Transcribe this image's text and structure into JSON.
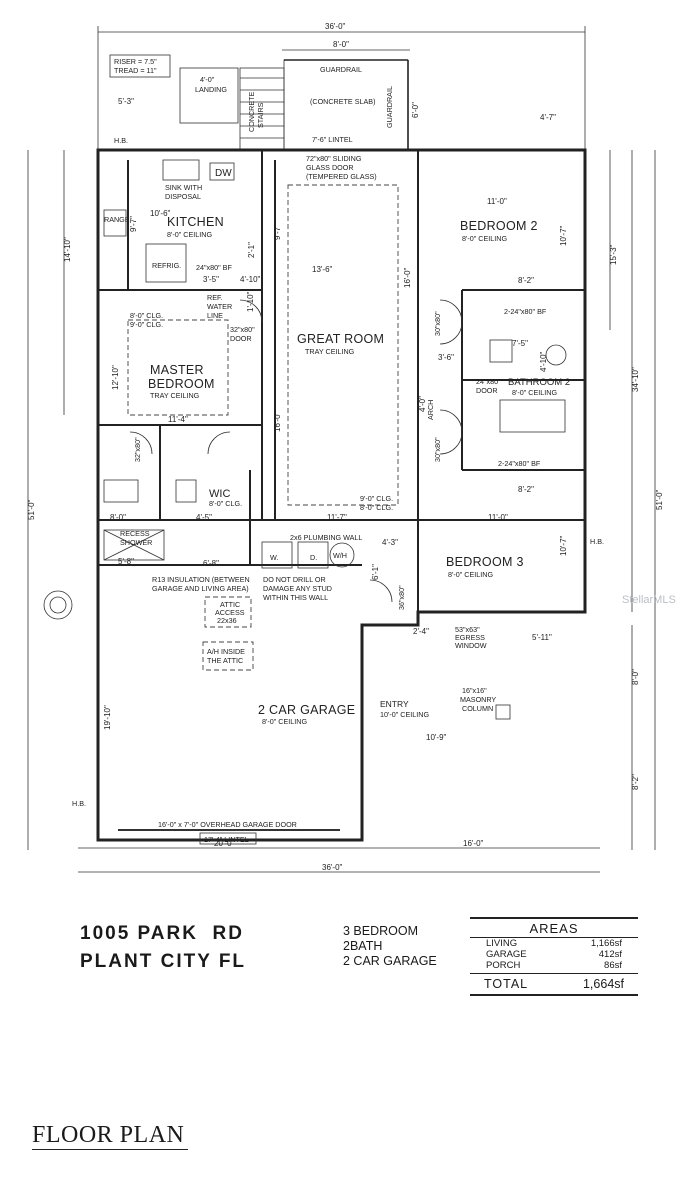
{
  "plan": {
    "rooms": {
      "kitchen": {
        "name": "KITCHEN",
        "ceiling": "8'-0\" CEILING"
      },
      "great_room": {
        "name": "GREAT ROOM",
        "ceiling": "TRAY CEILING"
      },
      "master_bedroom": {
        "name_line1": "MASTER",
        "name_line2": "BEDROOM",
        "ceiling": "TRAY CEILING"
      },
      "bedroom2": {
        "name": "BEDROOM 2",
        "ceiling": "8'-0\" CEILING"
      },
      "bathroom2": {
        "name": "BATHROOM 2",
        "ceiling": "8'-0\" CEILING"
      },
      "bedroom3": {
        "name": "BEDROOM 3",
        "ceiling": "8'-0\" CEILING"
      },
      "wic": {
        "name": "WIC",
        "ceiling": "8'-0\" CLG."
      },
      "garage": {
        "name": "2 CAR GARAGE",
        "ceiling": "8'-0\" CEILING"
      },
      "entry": {
        "name": "ENTRY",
        "ceiling": "10'-0\" CEILING"
      }
    },
    "notes": {
      "riser": "RISER = 7.5\"",
      "tread": "TREAD = 11\"",
      "landing_dim": "4'-0\"",
      "landing": "LANDING",
      "concrete": "CONCRETE",
      "stairs": "STAIRS",
      "guardrail": "GUARDRAIL",
      "guardrail_side": "GUARDRAIL",
      "concrete_slab": "(CONCRETE SLAB)",
      "lintel_top": "7'-6\" LINTEL",
      "hb": "H.B.",
      "dw": "DW",
      "sink1": "SINK WITH",
      "sink2": "DISPOSAL",
      "sliding1": "72\"x80\" SLIDING",
      "sliding2": "GLASS DOOR",
      "sliding3": "(TEMPERED GLASS)",
      "range": "RANGE",
      "refrig": "REFRIG.",
      "ref_water1": "REF.",
      "ref_water2": "WATER",
      "ref_water3": "LINE",
      "door_24_80": "24\"x80\" BF",
      "door_32_80": "32\"x80\"",
      "door": "DOOR",
      "clg_8": "8'-0\" CLG.",
      "clg_9": "9'-0\" CLG.",
      "bf_2_24_80": "2-24\"x80\" BF",
      "arch": "ARCH",
      "door_30_80": "30\"x80\"",
      "door_24_80_bath": "24\"x80\"",
      "recess1": "RECESS",
      "recess2": "SHOWER",
      "plumbing_wall": "2x6 PLUMBING WALL",
      "w_label": "W.",
      "d_label": "D.",
      "wh_label": "W/H",
      "r13_1": "R13 INSULATION (BETWEEN",
      "r13_2": "GARAGE AND LIVING AREA)",
      "do_not1": "DO NOT DRILL OR",
      "do_not2": "DAMAGE ANY STUD",
      "do_not3": "WITHIN THIS WALL",
      "attic1": "ATTIC",
      "attic2": "ACCESS",
      "attic3": "22x36",
      "ah1": "A/H INSIDE",
      "ah2": "THE ATTIC",
      "door_36_80": "36\"x80\"",
      "egress1": "53\"x63\"",
      "egress2": "EGRESS",
      "egress3": "WINDOW",
      "column1": "16\"x16\"",
      "column2": "MASONRY",
      "column3": "COLUMN",
      "garage_door": "16'-0\" x 7'-0\" OVERHEAD GARAGE DOOR",
      "lintel_bottom": "17'-4\" LINTEL"
    },
    "dimensions": {
      "overall_width_top": "36'-0\"",
      "porch_width": "8'-0\"",
      "d_5_3": "5'-3\"",
      "d_6_0": "6'-0\"",
      "d_4_7": "4'-7\"",
      "d_14_10": "14'-10\"",
      "d_51_0_left": "51'-0\"",
      "d_10_6": "10'-6\"",
      "d_9_7a": "9'-7\"",
      "d_9_7b": "9'-7\"",
      "d_2_1": "2'-1\"",
      "d_13_6": "13'-6\"",
      "d_16_0a": "16'-0\"",
      "d_11_0a": "11'-0\"",
      "d_10_7a": "10'-7\"",
      "d_15_3": "15'-3\"",
      "d_34_10": "34'-10\"",
      "d_51_0_right": "51'-0\"",
      "d_3_5": "3'-5\"",
      "d_4_10a": "4'-10\"",
      "d_1_10": "1'-10\"",
      "d_8_2a": "8'-2\"",
      "d_7_5": "7'-5\"",
      "d_3_6": "3'-6\"",
      "d_4_10b": "4'-10\"",
      "d_4_0": "4'-0\"",
      "d_12_10": "12'-10\"",
      "d_11_4": "11'-4\"",
      "d_16_0b": "16'-0\"",
      "d_8_2b": "8'-2\"",
      "d_8_0": "8'-0\"",
      "d_4_5": "4'-5\"",
      "d_11_7": "11'-7\"",
      "d_11_0b": "11'-0\"",
      "d_5_8": "5'-8\"",
      "d_6_8": "6'-8\"",
      "d_4_3": "4'-3\"",
      "d_10_7b": "10'-7\"",
      "d_6_1": "6'-1\"",
      "d_2_4": "2'-4\"",
      "d_5_11": "5'-11\"",
      "d_8_0_right": "8'-0\"",
      "d_19_10": "19'-10\"",
      "d_10_9": "10'-9\"",
      "d_8_2_right": "8'-2\"",
      "d_20_0": "20'-0\"",
      "d_16_0_bottom": "16'-0\"",
      "overall_width_bottom": "36'-0\""
    }
  },
  "footer": {
    "address_line1": "1005 PARK  RD",
    "address_line2": "PLANT CITY FL",
    "summary": [
      "3 BEDROOM",
      "2BATH",
      "2 CAR GARAGE"
    ],
    "areas": {
      "title": "AREAS",
      "rows": [
        {
          "label": "LIVING",
          "value": "1,166sf"
        },
        {
          "label": "GARAGE",
          "value": "412sf"
        },
        {
          "label": "PORCH",
          "value": "86sf"
        }
      ],
      "total_label": "TOTAL",
      "total_value": "1,664sf"
    },
    "floor_plan_title": "FLOOR PLAN"
  },
  "watermark": "StellarMLS"
}
